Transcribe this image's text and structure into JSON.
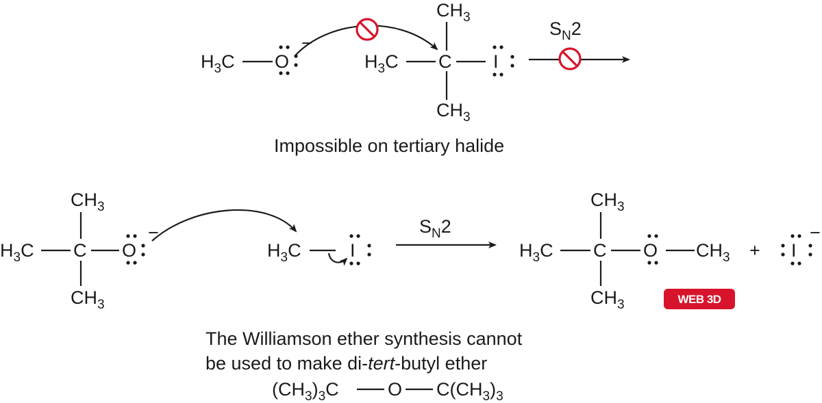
{
  "top_reaction": {
    "nucleophile": {
      "group_left": "H",
      "group_left_sub": "3",
      "group_left_tail": "C",
      "atom": "O",
      "charge": "−"
    },
    "substrate": {
      "top": "CH",
      "top_sub": "3",
      "left": "H",
      "left_sub": "3",
      "left_tail": "C",
      "center": "C",
      "bottom": "CH",
      "bottom_sub": "3",
      "leaving_group": "I"
    },
    "arrow_label": "S",
    "arrow_label_sub": "N",
    "arrow_label_tail": "2",
    "caption": "Impossible on tertiary halide"
  },
  "bottom_reaction": {
    "nucleophile": {
      "top": "CH",
      "top_sub": "3",
      "left": "H",
      "left_sub": "3",
      "left_tail": "C",
      "center": "C",
      "bottom": "CH",
      "bottom_sub": "3",
      "atom": "O",
      "charge": "−"
    },
    "substrate": {
      "left": "H",
      "left_sub": "3",
      "left_tail": "C",
      "leaving_group": "I"
    },
    "arrow_label": "S",
    "arrow_label_sub": "N",
    "arrow_label_tail": "2",
    "product": {
      "top": "CH",
      "top_sub": "3",
      "left": "H",
      "left_sub": "3",
      "left_tail": "C",
      "center": "C",
      "bottom": "CH",
      "bottom_sub": "3",
      "oxygen": "O",
      "right": "CH",
      "right_sub": "3"
    },
    "plus": "+",
    "iodide": {
      "atom": "I",
      "charge": "−"
    },
    "badge": "WEB 3D"
  },
  "caption": {
    "line1": "The Williamson ether synthesis cannot",
    "line2_pre": "be used to make di-",
    "line2_italic": "tert",
    "line2_post": "-butyl ether",
    "formula_left": "(CH",
    "formula_left_sub": "3",
    "formula_left_tail": ")",
    "formula_left_sub2": "3",
    "formula_left_c": "C",
    "formula_o": "O",
    "formula_right": "C(CH",
    "formula_right_sub": "3",
    "formula_right_tail": ")",
    "formula_right_sub2": "3"
  },
  "colors": {
    "forbidden": "#d7142b",
    "badge": "#d7142b",
    "ink": "#1a1a1a"
  },
  "icons": [
    "no-entry-icon",
    "no-entry-icon",
    "reaction-arrow",
    "curved-arrow"
  ]
}
